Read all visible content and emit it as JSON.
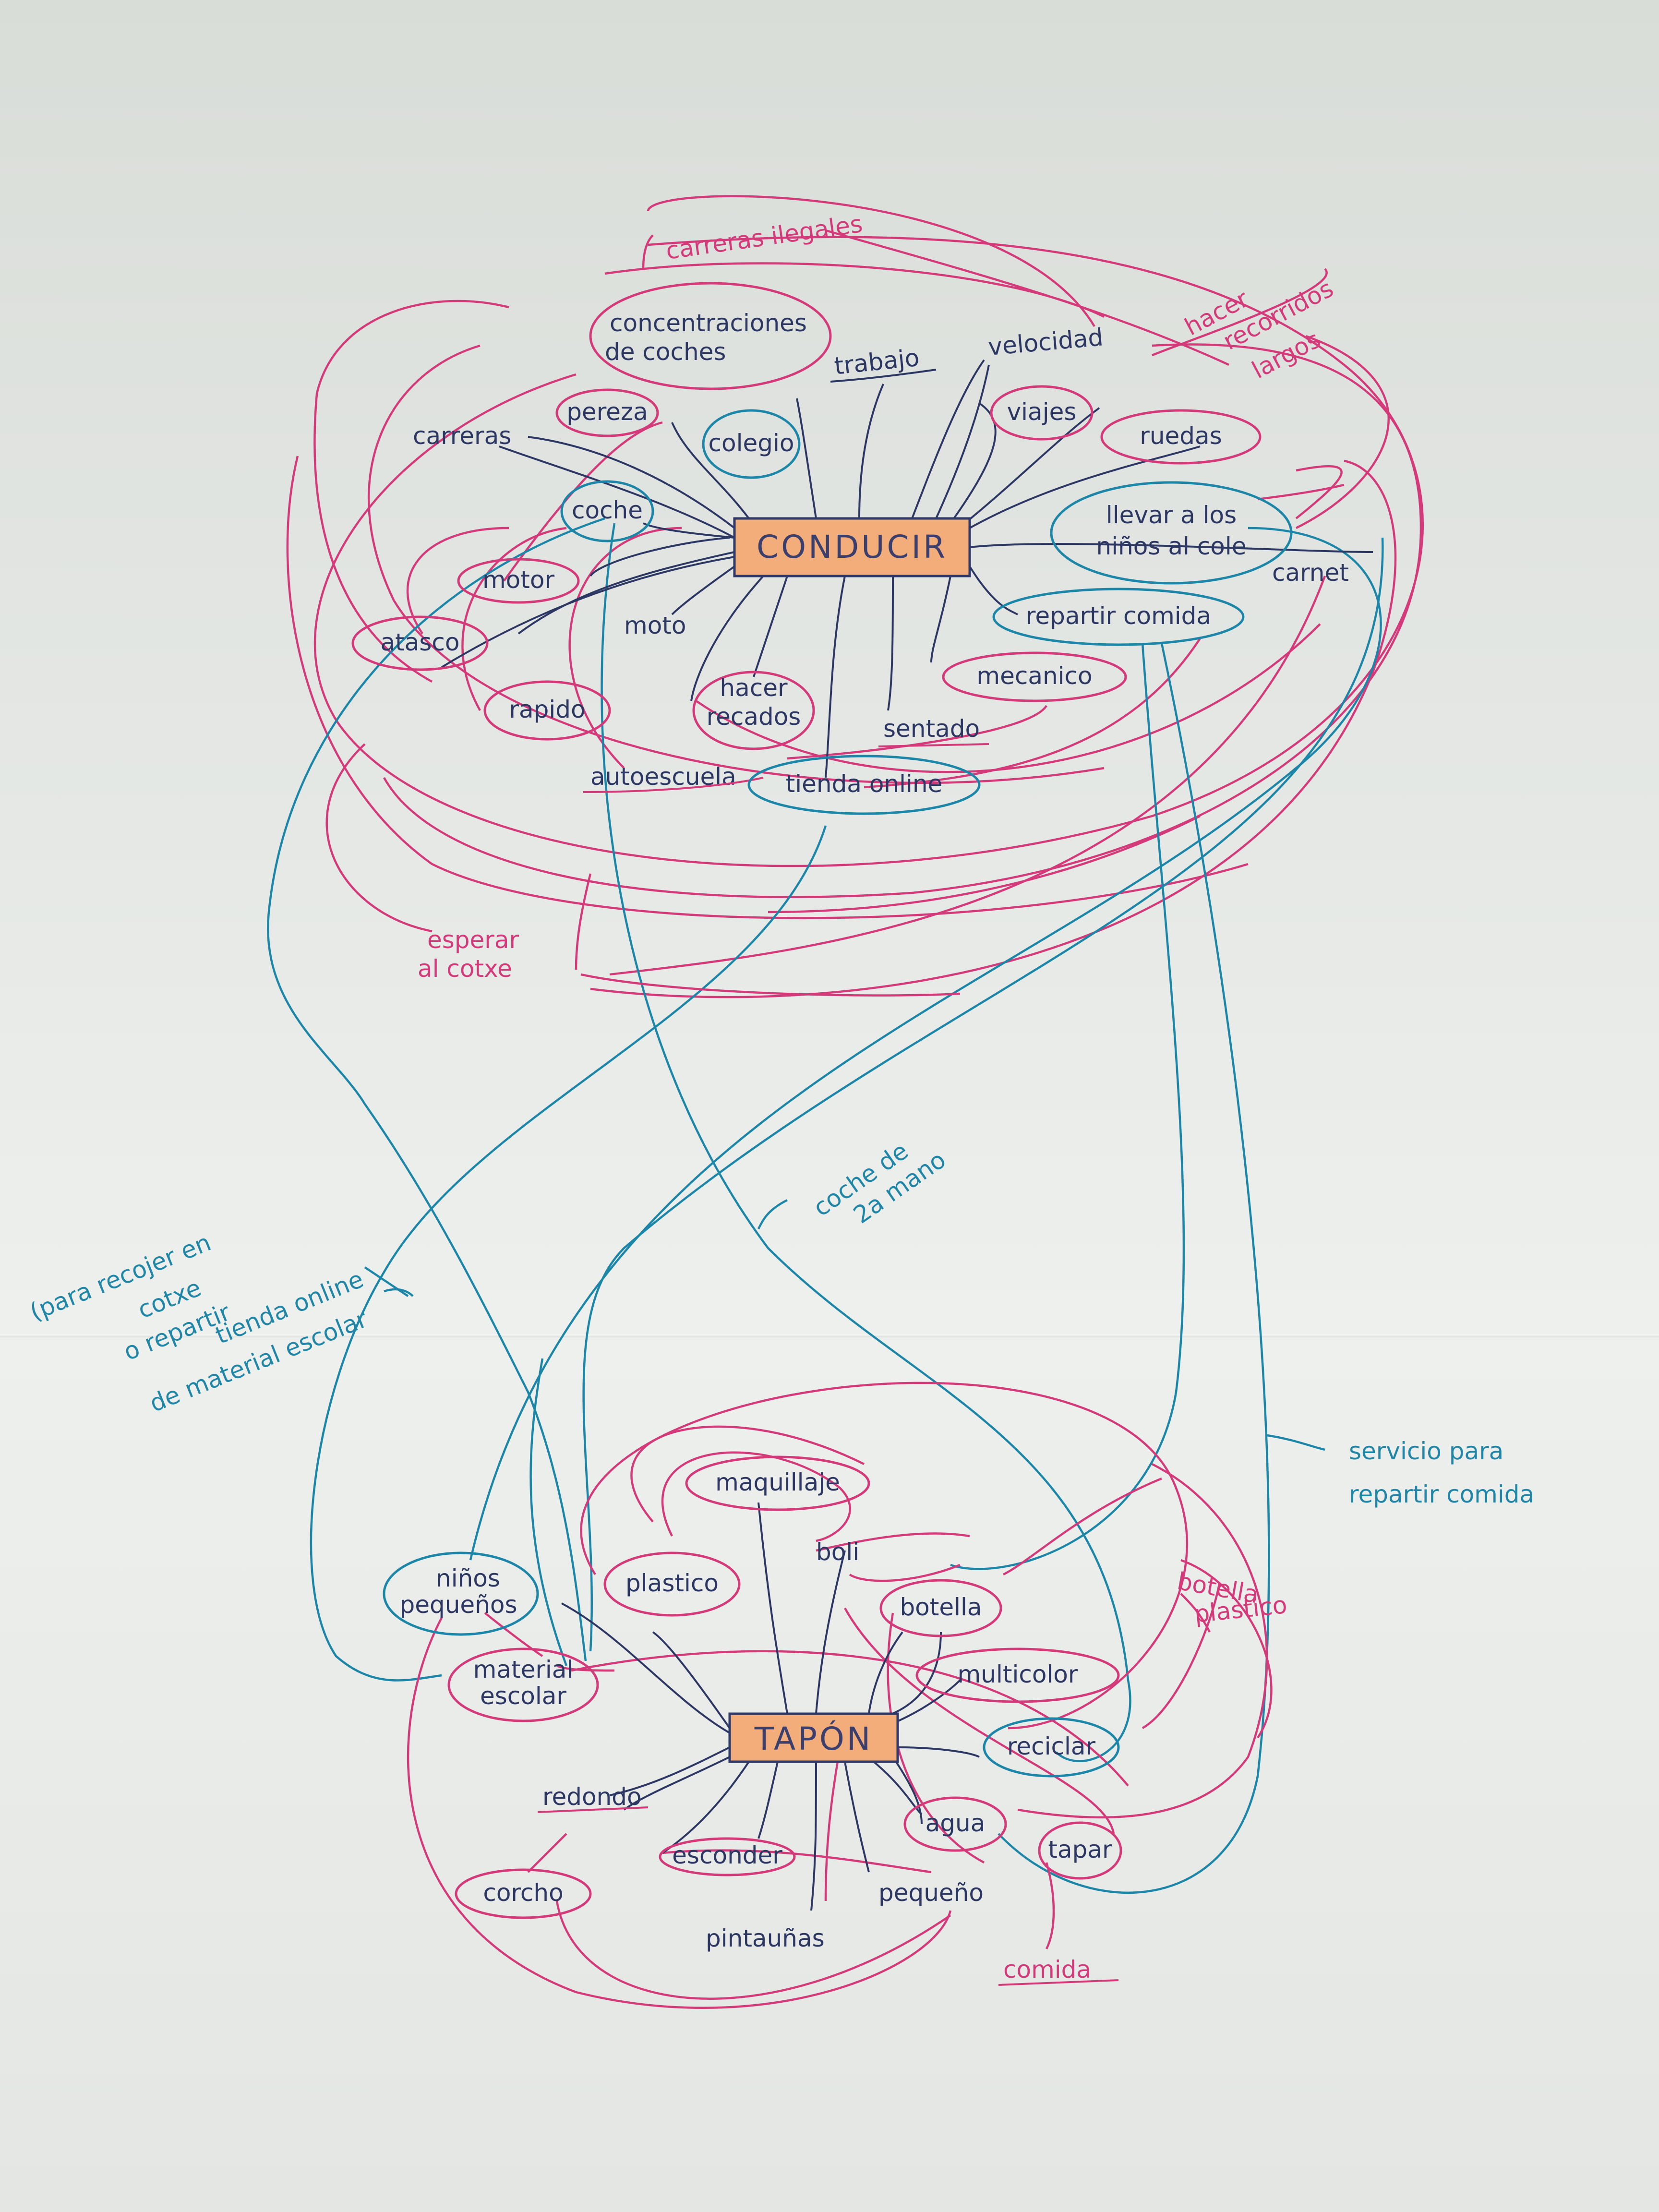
{
  "central_nodes": {
    "conducir": "CONDUCIR",
    "tapon": "TAPÓN"
  },
  "top_nodes": {
    "carreras_ilegales": "carreras ilegales",
    "concentraciones_1": "concentraciones",
    "concentraciones_2": "de coches",
    "trabajo": "trabajo",
    "velocidad": "velocidad",
    "hacer_recorridos_1": "hacer",
    "hacer_recorridos_2": "recorridos",
    "hacer_recorridos_3": "largos",
    "carreras": "carreras",
    "pereza": "pereza",
    "colegio": "colegio",
    "viajes": "viajes",
    "ruedas": "ruedas",
    "coche": "coche",
    "llevar_1": "llevar a los",
    "llevar_2": "niños al cole",
    "carnet": "carnet",
    "motor": "motor",
    "moto": "moto",
    "repartir_comida": "repartir comida",
    "atasco": "atasco",
    "mecanico": "mecanico",
    "rapido": "rapido",
    "hacer_recados_1": "hacer",
    "hacer_recados_2": "recados",
    "sentado": "sentado",
    "autoescuela": "autoescuela",
    "tienda_online": "tienda online",
    "esperar_1": "esperar",
    "esperar_2": "al cotxe"
  },
  "middle_notes": {
    "para_1": "(para recojer en",
    "para_2": "cotxe",
    "para_3": "o repartir",
    "para_4": "tienda online",
    "para_5": "de material escolar",
    "coche_2a_1": "coche de",
    "coche_2a_2": "2a mano",
    "servicio_1": "servicio para",
    "servicio_2": "repartir comida"
  },
  "bottom_nodes": {
    "maquillaje": "maquillaje",
    "boli": "boli",
    "botella_plastico_1": "botella",
    "botella_plastico_2": "plastico",
    "ninos_1": "niños",
    "ninos_2": "pequeños",
    "plastico": "plastico",
    "botella": "botella",
    "material_1": "material",
    "material_2": "escolar",
    "multicolor": "multicolor",
    "reciclar": "reciclar",
    "redondo": "redondo",
    "agua": "agua",
    "tapar": "tapar",
    "corcho": "corcho",
    "esconder": "esconder",
    "pequeno": "pequeño",
    "pintaunas": "pintauñas",
    "comida": "comida"
  },
  "colors": {
    "navy": "#2c3763",
    "pink": "#d43a7a",
    "teal": "#1c86a8",
    "box": "#f2ad7a"
  }
}
